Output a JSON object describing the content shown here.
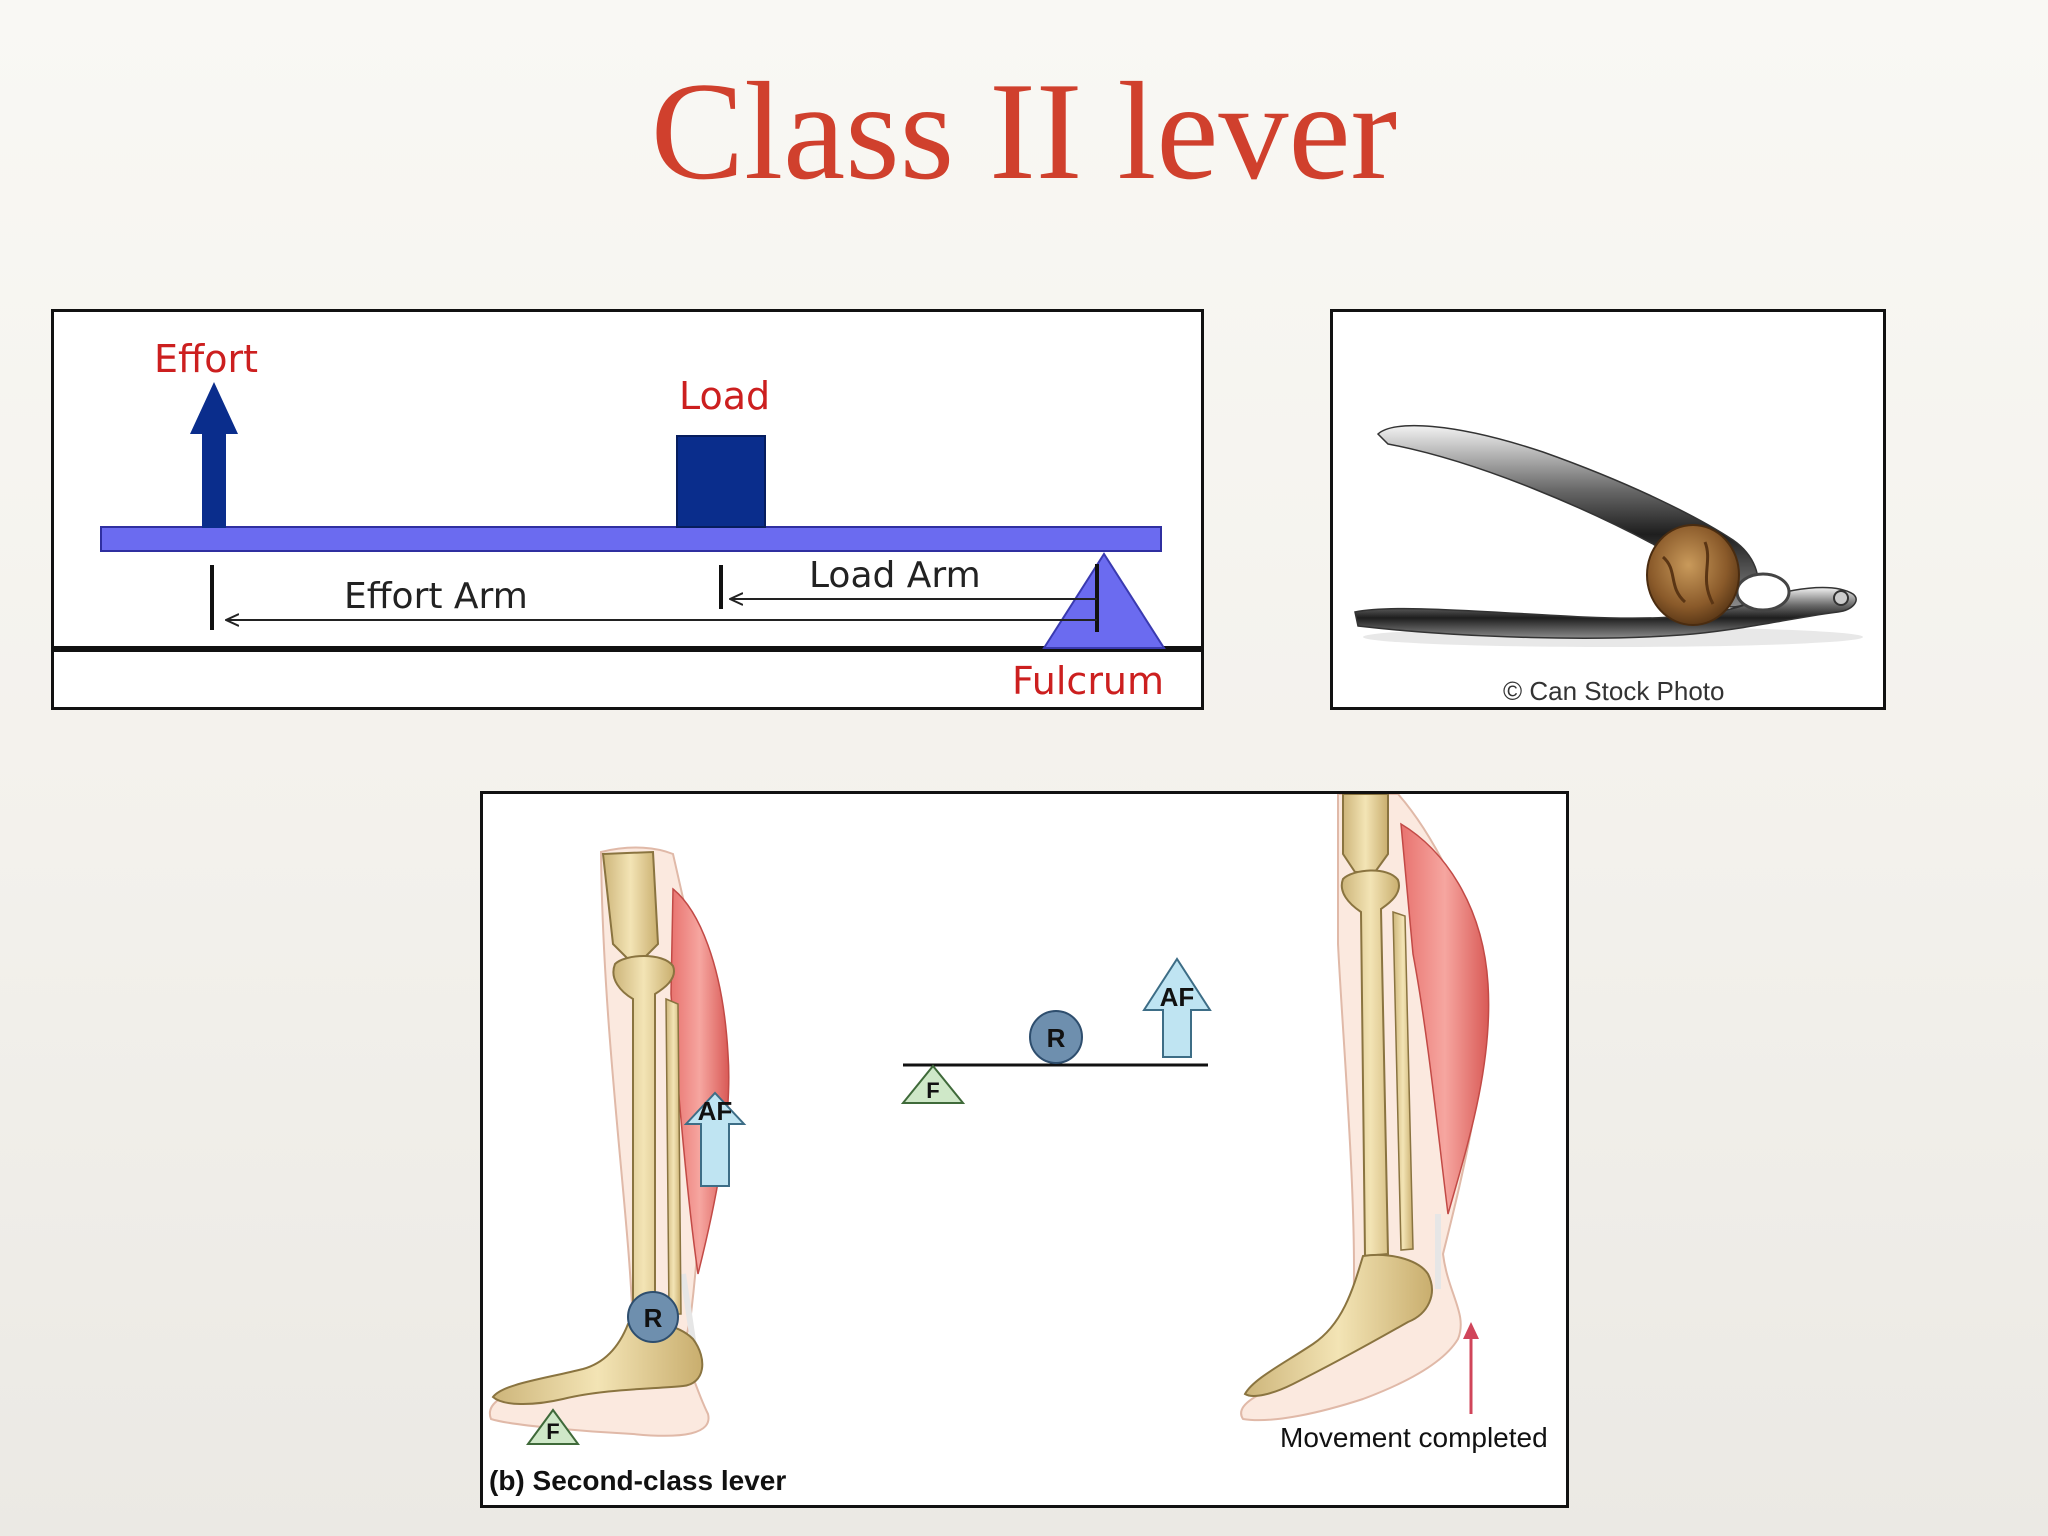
{
  "slide": {
    "title": "Class II lever"
  },
  "lever_diagram": {
    "effort_label": "Effort",
    "load_label": "Load",
    "load_arm_label": "Load Arm",
    "effort_arm_label": "Effort Arm",
    "fulcrum_label": "Fulcrum",
    "colors": {
      "beam": "#6b6bf0",
      "arrow": "#0a2d8c",
      "load_box": "#0a2d8c",
      "label": "#cc1f1f"
    }
  },
  "nutcracker_photo": {
    "credit": "© Can Stock Photo"
  },
  "leg_diagram": {
    "af_label_leg": "AF",
    "r_label_leg": "R",
    "f_label_leg": "F",
    "af_label_schematic": "AF",
    "r_label_schematic": "R",
    "f_label_schematic": "F",
    "movement_label": "Movement completed",
    "caption": "(b) Second-class lever"
  }
}
